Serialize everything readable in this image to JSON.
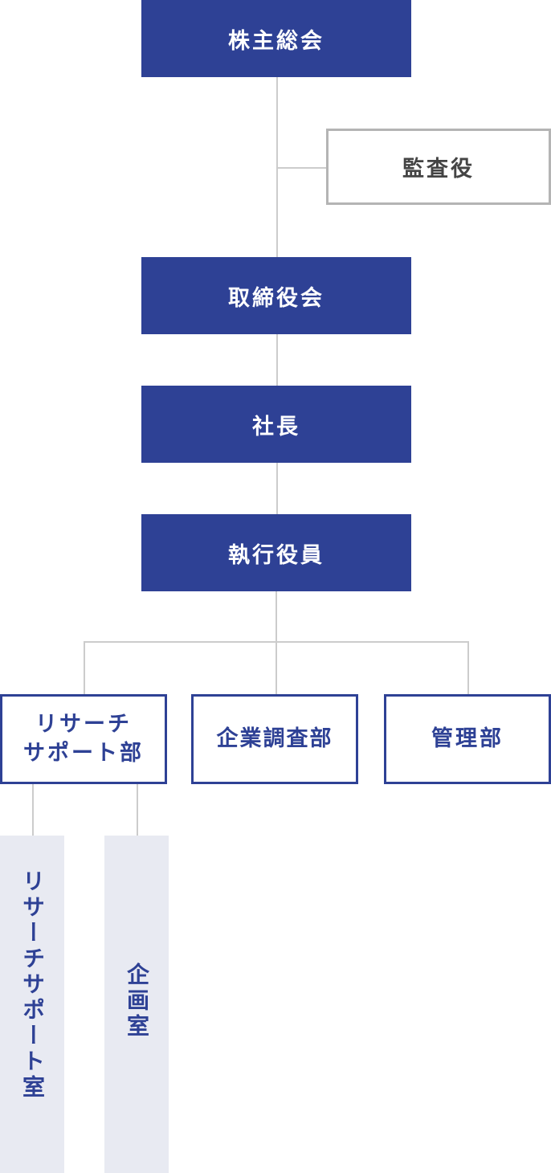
{
  "org_chart": {
    "shareholders_meeting": "株主総会",
    "auditor": "監査役",
    "board_of_directors": "取締役会",
    "president": "社長",
    "executive_officers": "執行役員",
    "departments": [
      {
        "label_line1": "リサーチ",
        "label_line2": "サポート部"
      },
      {
        "label": "企業調査部"
      },
      {
        "label": "管理部"
      }
    ],
    "sections": [
      {
        "label": "リサーチサポート室"
      },
      {
        "label": "企画室"
      }
    ]
  },
  "colors": {
    "primary": "#2e4195",
    "connector": "#cccccc",
    "auditor_border": "#b4b4b4",
    "section_bg": "#e8eaf2"
  }
}
